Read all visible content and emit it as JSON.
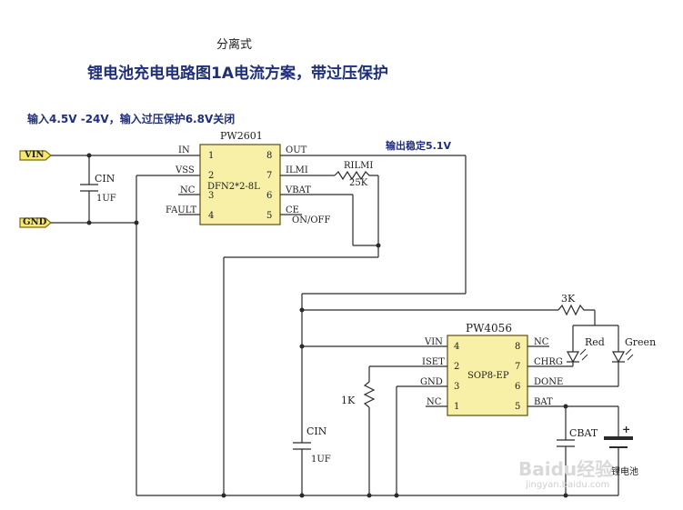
{
  "header": {
    "subtitle": "分离式",
    "title": "锂电池充电电路图1A电流方案，带过压保护",
    "input_note": "输入4.5V -24V，输入过压保护6.8V关闭"
  },
  "ports": {
    "vin": "VIN",
    "gnd": "GND"
  },
  "pw2601": {
    "name": "PW2601",
    "package": "DFN2*2-8L",
    "left_pins": [
      {
        "num": "1",
        "label": "IN"
      },
      {
        "num": "2",
        "label": "VSS"
      },
      {
        "num": "3",
        "label": "NC"
      },
      {
        "num": "4",
        "label": "FAULT"
      }
    ],
    "right_pins": [
      {
        "num": "8",
        "label": "OUT"
      },
      {
        "num": "7",
        "label": "ILMI"
      },
      {
        "num": "6",
        "label": "VBAT"
      },
      {
        "num": "5",
        "label": "CE"
      }
    ],
    "ce_note": "ON/OFF"
  },
  "pw4056": {
    "name": "PW4056",
    "package": "SOP8-EP",
    "left_pins": [
      {
        "num": "4",
        "label": "VIN"
      },
      {
        "num": "2",
        "label": "ISET"
      },
      {
        "num": "3",
        "label": "GND"
      },
      {
        "num": "1",
        "label": "NC"
      }
    ],
    "right_pins": [
      {
        "num": "8",
        "label": "NC"
      },
      {
        "num": "7",
        "label": "CHRG"
      },
      {
        "num": "6",
        "label": "DONE"
      },
      {
        "num": "5",
        "label": "BAT"
      }
    ]
  },
  "components": {
    "cin1": {
      "name": "CIN",
      "value": "1UF"
    },
    "rilmi": {
      "name": "RILMI",
      "value": "25K"
    },
    "output_note": "输出稳定5.1V",
    "r3k": "3K",
    "led_red": "Red",
    "led_green": "Green",
    "r1k": "1K",
    "cin2": {
      "name": "CIN",
      "value": "1UF"
    },
    "cbat": {
      "name": "CBAT"
    },
    "battery": {
      "plus": "+",
      "label": "锂电池"
    }
  },
  "watermark": {
    "text": "Baidu经验",
    "sub": "jingyan.baidu.com"
  },
  "colors": {
    "wire": "#2a2a2a",
    "title": "#1f2f7a",
    "port_fill": "#f7e96a"
  }
}
